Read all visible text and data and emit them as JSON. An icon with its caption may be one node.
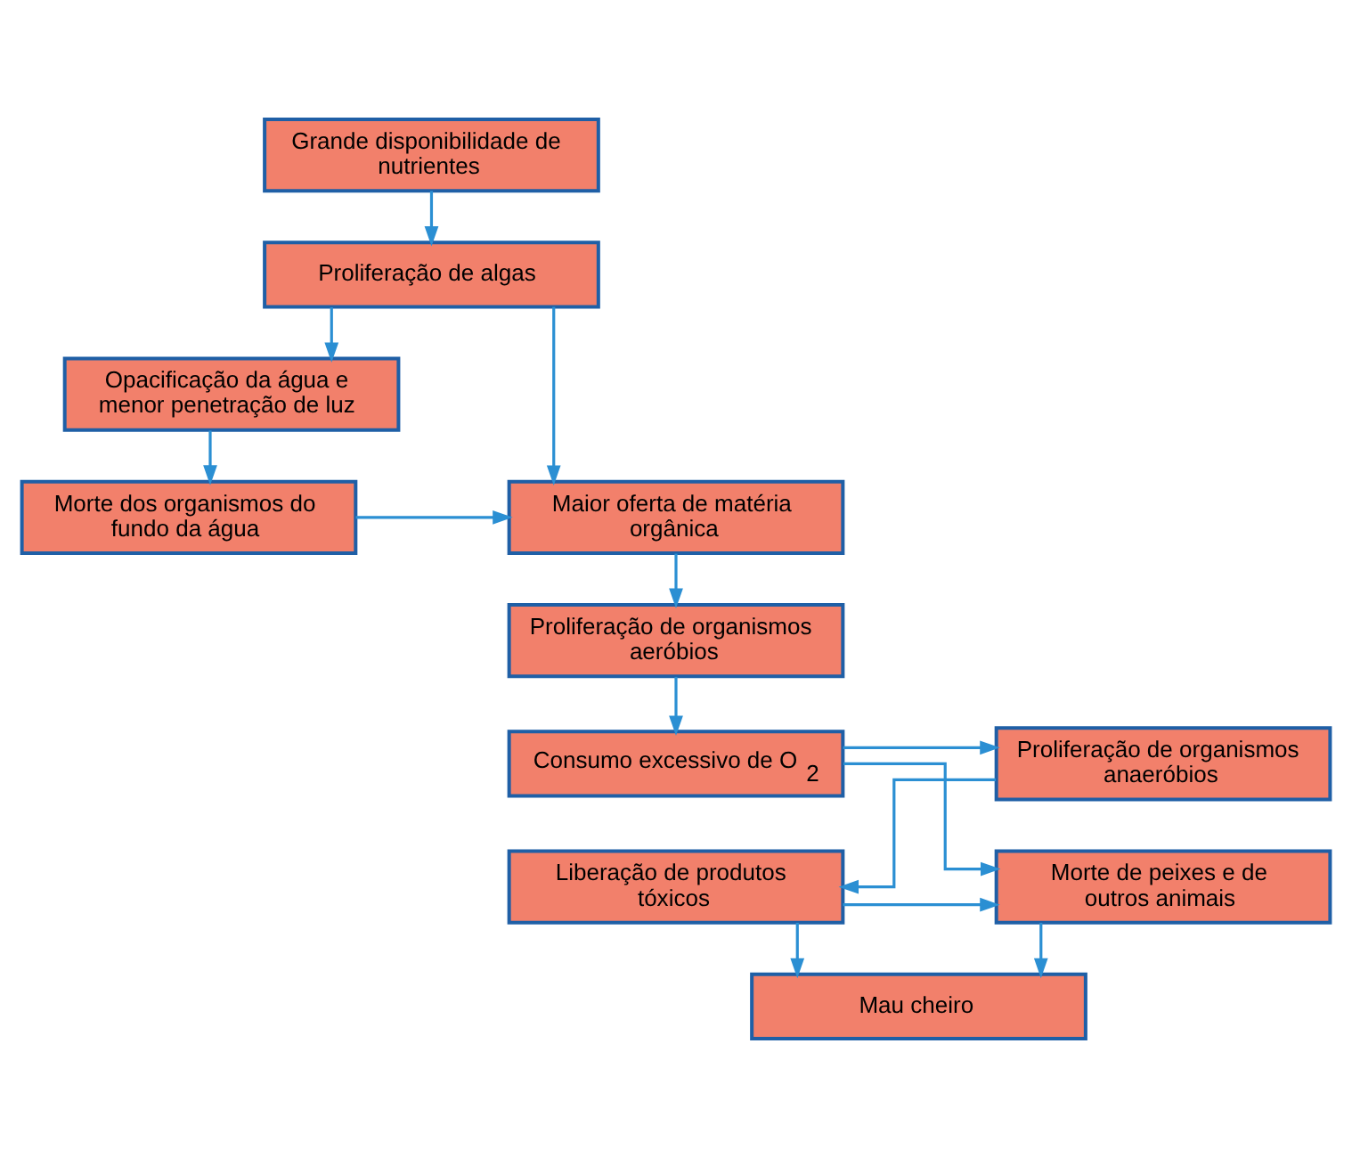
{
  "diagram": {
    "nodes": [
      {
        "text": [
          "Grande disponibilidade de nutrientes"
        ]
      },
      {
        "text": [
          "Proliferação de algas"
        ]
      },
      {
        "text": [
          "Opacificação da água e menor penetração de luz"
        ]
      },
      {
        "text": [
          "Maior oferta de matéria orgânica"
        ]
      },
      {
        "text": [
          "Morte dos organismos do fundo da água"
        ]
      },
      {
        "text": [
          "Proliferação de organismos aeróbios"
        ]
      },
      {
        "text": [
          "Consumo excessivo de O$_{2}$"
        ]
      },
      {
        "text": [
          "Proliferação de organismos anaeróbios"
        ]
      },
      {
        "text": [
          "Morte de peixes e de outros animais"
        ]
      },
      {
        "text": [
          "Liberação de produtos tóxicos"
        ]
      },
      {
        "text": [
          "Mau cheiro"
        ]
      }
    ],
    "edges": [
      {
        "from": 0,
        "to": 1,
        "arrow": "to"
      },
      {
        "from": 1,
        "to": 3,
        "arrow": "to"
      },
      {
        "from": 1,
        "to": 2,
        "arrow": "to"
      },
      {
        "from": 2,
        "to": 4,
        "arrow": "to"
      },
      {
        "from": 4,
        "to": 3,
        "arrow": "to"
      },
      {
        "from": 3,
        "to": 5,
        "arrow": "to"
      },
      {
        "from": 5,
        "to": 6,
        "arrow": "to"
      },
      {
        "from": 6,
        "to": 7,
        "arrow": "to"
      },
      {
        "from": 6,
        "to": 8,
        "arrow": "to"
      },
      {
        "from": 7,
        "to": 9,
        "arrow": "to"
      },
      {
        "from": 9,
        "to": 8,
        "arrow": "to"
      },
      {
        "from": 8,
        "to": 10,
        "arrow": "to"
      },
      {
        "from": 9,
        "to": 10,
        "arrow": "to"
      }
    ]
  }
}
